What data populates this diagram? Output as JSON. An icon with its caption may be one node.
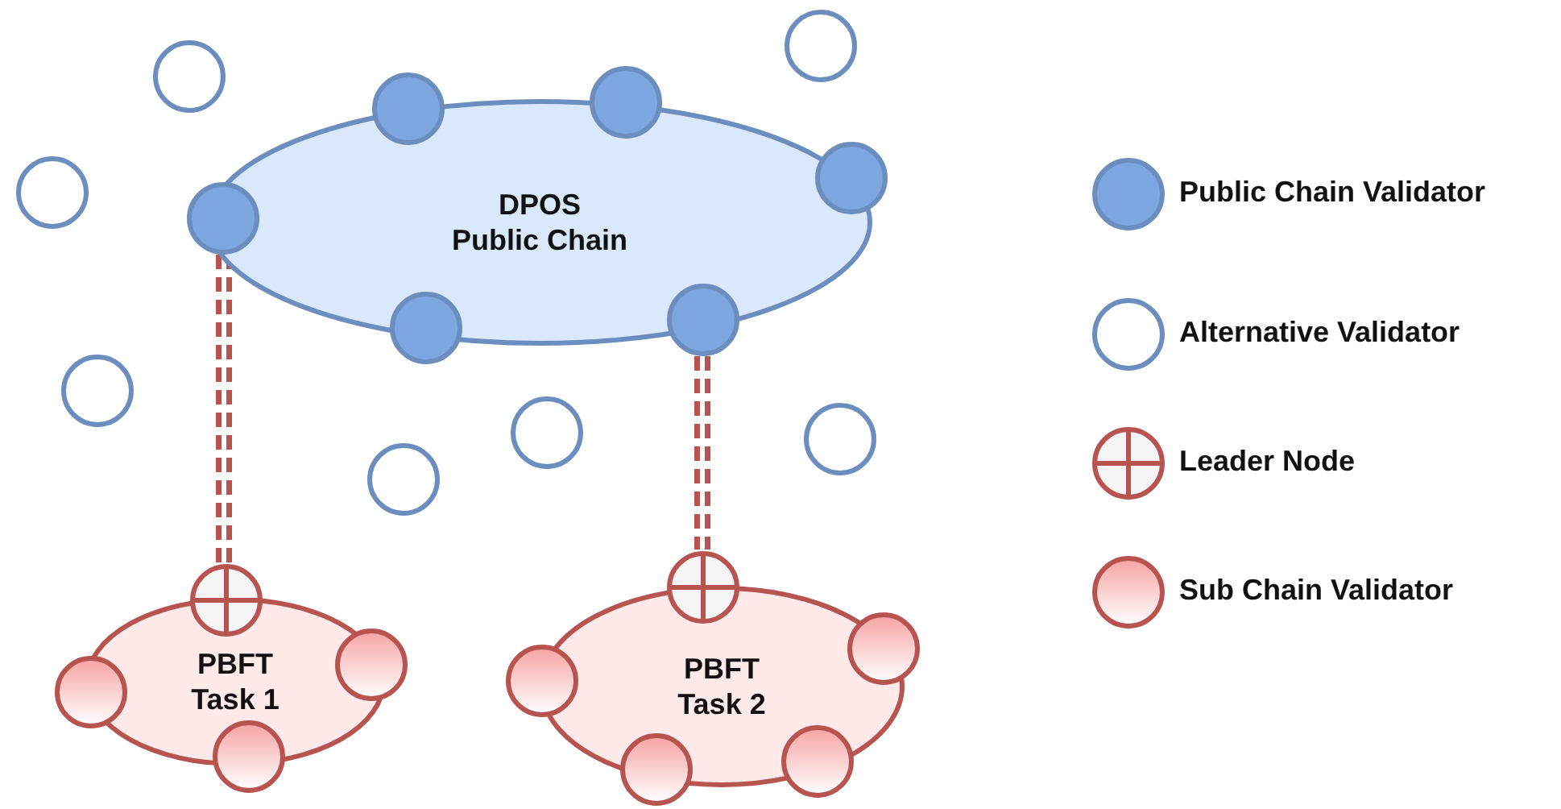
{
  "diagram": {
    "nodes": [
      {
        "text": [
          "DPOS Public Chain"
        ]
      },
      {
        "text": [],
        "shape": "circle"
      },
      {
        "text": [],
        "shape": "circle"
      },
      {
        "text": [],
        "shape": "circle"
      },
      {
        "text": [],
        "shape": "circle"
      },
      {
        "text": [],
        "shape": "circle"
      },
      {
        "text": [],
        "shape": "circle"
      },
      {
        "text": [],
        "shape": "circle"
      },
      {
        "text": [],
        "shape": "circle"
      },
      {
        "text": [],
        "shape": "circle"
      },
      {
        "text": [],
        "shape": "circle"
      },
      {
        "text": [],
        "shape": "circle"
      },
      {
        "text": [],
        "shape": "circle"
      },
      {
        "text": [],
        "shape": "circle"
      },
      {
        "text": [
          "PBFT Task 1"
        ]
      },
      {
        "text": [
          "PBFT Task 2"
        ]
      },
      {
        "text": [],
        "shape": "circle"
      },
      {
        "text": [],
        "shape": "circle"
      },
      {
        "text": [],
        "shape": "circle"
      },
      {
        "text": [],
        "shape": "circle"
      },
      {
        "text": [],
        "shape": "circle"
      },
      {
        "text": [],
        "shape": "circle"
      },
      {
        "text": [],
        "shape": "circle"
      },
      {
        "text": [],
        "shape": "circle"
      },
      {
        "text": [],
        "shape": "circle"
      }
    ],
    "edges": [
      {
        "from": 1,
        "to": 16,
        "arrow": "none",
        "style": "dashed"
      },
      {
        "from": 6,
        "to": 17,
        "arrow": "none",
        "style": "dashed"
      }
    ],
    "legend": [
      {
        "text": "Public Chain Validator"
      },
      {
        "text": "Alternative Validator"
      },
      {
        "text": "Leader Node"
      },
      {
        "text": "Sub Chain Validator"
      }
    ]
  }
}
